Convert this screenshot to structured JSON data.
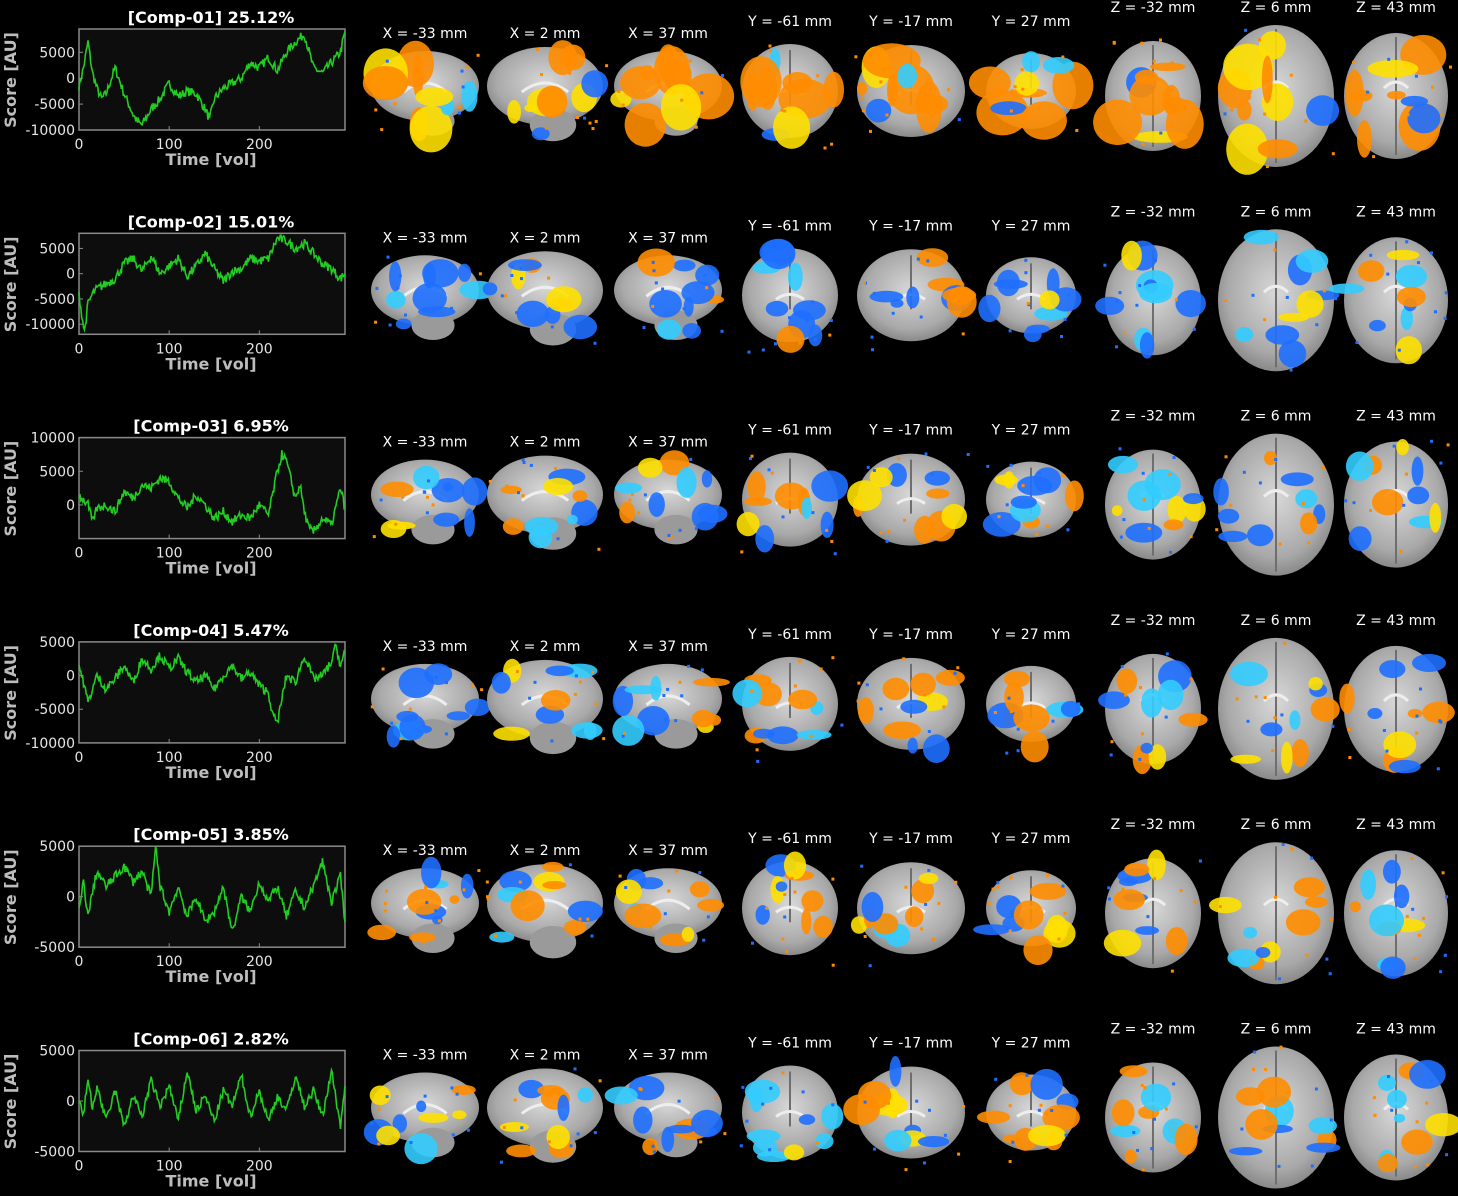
{
  "colors": {
    "background": "#000000",
    "panel": "#0d0d0d",
    "axis": "#8a8a8a",
    "trace": "#22cc22",
    "positive_map": "#ff8c00",
    "positive_map_hi": "#ffe000",
    "negative_map": "#1f6fff",
    "negative_map_hi": "#33ccff",
    "brain_gray": "#b8b8b8"
  },
  "axes_labels": {
    "x": "Time [vol]",
    "y": "Score [AU]"
  },
  "slice_labels": [
    "X = -33 mm",
    "X = 2 mm",
    "X = 37 mm",
    "Y = -61 mm",
    "Y = -17 mm",
    "Y = 27 mm",
    "Z = -32 mm",
    "Z = 6 mm",
    "Z = 43 mm"
  ],
  "components": [
    {
      "title": "[Comp-01] 25.12%",
      "scheme": "warm"
    },
    {
      "title": "[Comp-02] 15.01%",
      "scheme": "cool"
    },
    {
      "title": "[Comp-03] 6.95%",
      "scheme": "mixed-cool"
    },
    {
      "title": "[Comp-04] 5.47%",
      "scheme": "mixed-cool"
    },
    {
      "title": "[Comp-05] 3.85%",
      "scheme": "mixed-warm"
    },
    {
      "title": "[Comp-06] 2.82%",
      "scheme": "mixed-cool"
    }
  ],
  "chart_data": [
    {
      "type": "line",
      "title": "[Comp-01] 25.12%",
      "xlabel": "Time [vol]",
      "ylabel": "Score [AU]",
      "xlim": [
        0,
        295
      ],
      "ylim": [
        -10000,
        9500
      ],
      "xticks": [
        0,
        100,
        200
      ],
      "yticks": [
        5000,
        0,
        -5000,
        -10000
      ],
      "xtick_labels": [
        "0",
        "100",
        "200"
      ],
      "ytick_labels": [
        "5000",
        "0",
        "-5000",
        "-10000"
      ],
      "series": [
        {
          "x": [
            0,
            5,
            10,
            15,
            20,
            25,
            30,
            40,
            50,
            60,
            65,
            70,
            80,
            90,
            100,
            110,
            120,
            130,
            140,
            145,
            150,
            160,
            170,
            180,
            190,
            200,
            210,
            220,
            230,
            240,
            250,
            260,
            270,
            280,
            290,
            295
          ],
          "y": [
            -1500,
            2000,
            7000,
            1000,
            -2000,
            -4000,
            -3000,
            2000,
            -3000,
            -7000,
            -8500,
            -9000,
            -6000,
            -4000,
            -1000,
            -3500,
            -2500,
            -3000,
            -6000,
            -8000,
            -4000,
            -2000,
            -1000,
            0,
            3000,
            2000,
            4000,
            1500,
            5000,
            7000,
            8500,
            2000,
            1000,
            3000,
            5000,
            9000
          ]
        }
      ]
    },
    {
      "type": "line",
      "title": "[Comp-02] 15.01%",
      "xlabel": "Time [vol]",
      "ylabel": "Score [AU]",
      "xlim": [
        0,
        295
      ],
      "ylim": [
        -12000,
        8000
      ],
      "xticks": [
        0,
        100,
        200
      ],
      "yticks": [
        5000,
        0,
        -5000,
        -10000
      ],
      "xtick_labels": [
        "0",
        "100",
        "200"
      ],
      "ytick_labels": [
        "5000",
        "0",
        "-5000",
        "-10000"
      ],
      "series": [
        {
          "x": [
            0,
            3,
            6,
            10,
            15,
            20,
            30,
            40,
            50,
            60,
            70,
            80,
            90,
            100,
            110,
            120,
            130,
            140,
            150,
            160,
            170,
            180,
            190,
            200,
            210,
            220,
            230,
            240,
            250,
            260,
            270,
            280,
            290,
            295
          ],
          "y": [
            -4000,
            -8000,
            -11500,
            -6000,
            -4000,
            -3000,
            -2000,
            -1000,
            2000,
            3000,
            500,
            3500,
            0,
            1500,
            3000,
            -500,
            1500,
            4000,
            1000,
            -1500,
            500,
            1000,
            3000,
            2500,
            3000,
            7000,
            6500,
            5000,
            6000,
            4000,
            2000,
            1000,
            -1000,
            0
          ]
        }
      ]
    },
    {
      "type": "line",
      "title": "[Comp-03] 6.95%",
      "xlabel": "Time [vol]",
      "ylabel": "Score [AU]",
      "xlim": [
        0,
        295
      ],
      "ylim": [
        -5000,
        10000
      ],
      "xticks": [
        0,
        100,
        200
      ],
      "yticks": [
        10000,
        5000,
        0
      ],
      "xtick_labels": [
        "0",
        "100",
        "200"
      ],
      "ytick_labels": [
        "10000",
        "5000",
        "0"
      ],
      "series": [
        {
          "x": [
            0,
            10,
            15,
            20,
            30,
            40,
            50,
            60,
            70,
            80,
            90,
            100,
            110,
            120,
            130,
            140,
            150,
            160,
            170,
            180,
            190,
            200,
            210,
            220,
            225,
            230,
            240,
            245,
            250,
            255,
            260,
            270,
            280,
            290,
            295
          ],
          "y": [
            1500,
            0,
            -2500,
            -500,
            0,
            -1000,
            2000,
            1000,
            3000,
            2500,
            4000,
            3500,
            1000,
            -500,
            1500,
            0,
            -2000,
            -1000,
            -2500,
            -1500,
            -2000,
            0,
            -1500,
            5000,
            7500,
            6500,
            1000,
            3000,
            -1000,
            -3500,
            -4000,
            -2000,
            -3000,
            2500,
            -500
          ]
        }
      ]
    },
    {
      "type": "line",
      "title": "[Comp-04] 5.47%",
      "xlabel": "Time [vol]",
      "ylabel": "Score [AU]",
      "xlim": [
        0,
        295
      ],
      "ylim": [
        -10000,
        5000
      ],
      "xticks": [
        0,
        100,
        200
      ],
      "yticks": [
        5000,
        0,
        -5000,
        -10000
      ],
      "xtick_labels": [
        "0",
        "100",
        "200"
      ],
      "ytick_labels": [
        "5000",
        "0",
        "-5000",
        "-10000"
      ],
      "series": [
        {
          "x": [
            0,
            5,
            10,
            15,
            20,
            30,
            40,
            50,
            60,
            70,
            80,
            90,
            100,
            110,
            120,
            130,
            140,
            150,
            160,
            170,
            180,
            190,
            200,
            210,
            215,
            220,
            230,
            240,
            250,
            260,
            270,
            280,
            285,
            290,
            295
          ],
          "y": [
            1500,
            -1000,
            -4000,
            -2000,
            0,
            -2000,
            -500,
            1500,
            -1000,
            2500,
            1000,
            3000,
            1000,
            2500,
            500,
            -1000,
            0,
            -2000,
            0,
            1500,
            -500,
            500,
            -1500,
            -2500,
            -6000,
            -7000,
            0,
            -1000,
            3000,
            -500,
            0,
            2000,
            4500,
            1500,
            3500
          ]
        }
      ]
    },
    {
      "type": "line",
      "title": "[Comp-05] 3.85%",
      "xlabel": "Time [vol]",
      "ylabel": "Score [AU]",
      "xlim": [
        0,
        295
      ],
      "ylim": [
        -5000,
        5000
      ],
      "xticks": [
        0,
        100,
        200
      ],
      "yticks": [
        5000,
        0,
        -5000
      ],
      "xtick_labels": [
        "0",
        "100",
        "200"
      ],
      "ytick_labels": [
        "5000",
        "0",
        "-5000"
      ],
      "series": [
        {
          "x": [
            0,
            5,
            10,
            15,
            20,
            30,
            40,
            50,
            60,
            70,
            80,
            85,
            90,
            100,
            110,
            120,
            130,
            140,
            150,
            160,
            170,
            180,
            190,
            200,
            210,
            220,
            230,
            240,
            250,
            260,
            270,
            280,
            290,
            295
          ],
          "y": [
            -1500,
            1500,
            -2000,
            500,
            2500,
            1000,
            2000,
            3000,
            1500,
            2500,
            0,
            5000,
            1000,
            -1500,
            1000,
            -2000,
            0,
            -2500,
            -1500,
            1000,
            -3500,
            0,
            -1500,
            1500,
            -500,
            1000,
            -2000,
            500,
            -1000,
            1000,
            3500,
            -500,
            2000,
            -2500
          ]
        }
      ]
    },
    {
      "type": "line",
      "title": "[Comp-06] 2.82%",
      "xlabel": "Time [vol]",
      "ylabel": "Score [AU]",
      "xlim": [
        0,
        295
      ],
      "ylim": [
        -5000,
        5000
      ],
      "xticks": [
        0,
        100,
        200
      ],
      "yticks": [
        5000,
        0,
        -5000
      ],
      "xtick_labels": [
        "0",
        "100",
        "200"
      ],
      "ytick_labels": [
        "5000",
        "0",
        "-5000"
      ],
      "series": [
        {
          "x": [
            0,
            5,
            10,
            15,
            20,
            30,
            40,
            50,
            60,
            70,
            80,
            90,
            100,
            110,
            120,
            130,
            140,
            150,
            160,
            170,
            180,
            190,
            200,
            210,
            220,
            230,
            240,
            250,
            260,
            270,
            280,
            290,
            295
          ],
          "y": [
            0,
            -1500,
            2500,
            -1000,
            1500,
            -2000,
            1000,
            -2500,
            500,
            -1500,
            2000,
            -500,
            1500,
            -2000,
            3000,
            -1000,
            500,
            -2000,
            1000,
            -500,
            2500,
            -1500,
            1000,
            -2000,
            500,
            -1000,
            2500,
            -500,
            1000,
            -1500,
            3000,
            -2500,
            1500
          ]
        }
      ]
    }
  ]
}
